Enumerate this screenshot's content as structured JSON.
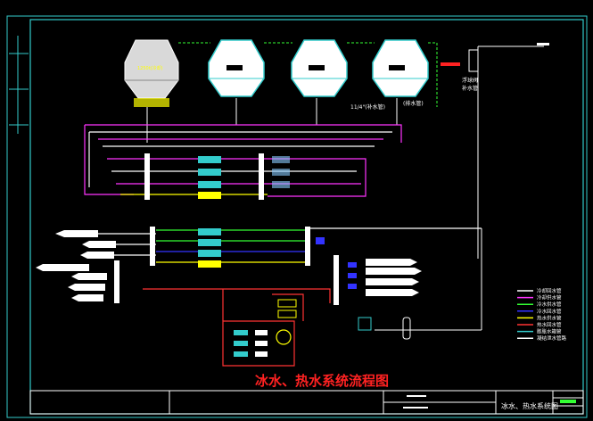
{
  "drawing": {
    "title": "冰水、热水系统流程图",
    "title_block_label": "冰水、热水系统图",
    "tower_label_left": "1250t(冷却)",
    "pipe_note_1": "11/4\"(补水管)",
    "pipe_note_2": "(排水管)",
    "side_note_1": "浮球阀",
    "side_note_2": "补水管",
    "colors": {
      "frame": "#33cccc",
      "chilled": "#ff33ff",
      "hot": "#ff3333",
      "cooling": "#ffffff",
      "yellow": "#ffff00",
      "green": "#33ff33",
      "blue": "#3333ff",
      "title_red": "#ff2222"
    }
  },
  "legend": {
    "items": [
      {
        "label": "冷却回水管",
        "color": "#ffffff"
      },
      {
        "label": "冷却供水管",
        "color": "#ff33ff"
      },
      {
        "label": "冷水供水管",
        "color": "#33ff33"
      },
      {
        "label": "冷水回水管",
        "color": "#3333ff"
      },
      {
        "label": "热水供水管",
        "color": "#ffff00"
      },
      {
        "label": "热水回水管",
        "color": "#ff3333"
      },
      {
        "label": "膨胀水箱管",
        "color": "#33cccc"
      },
      {
        "label": "凝结泄水管路",
        "color": "#ffffff"
      }
    ]
  }
}
